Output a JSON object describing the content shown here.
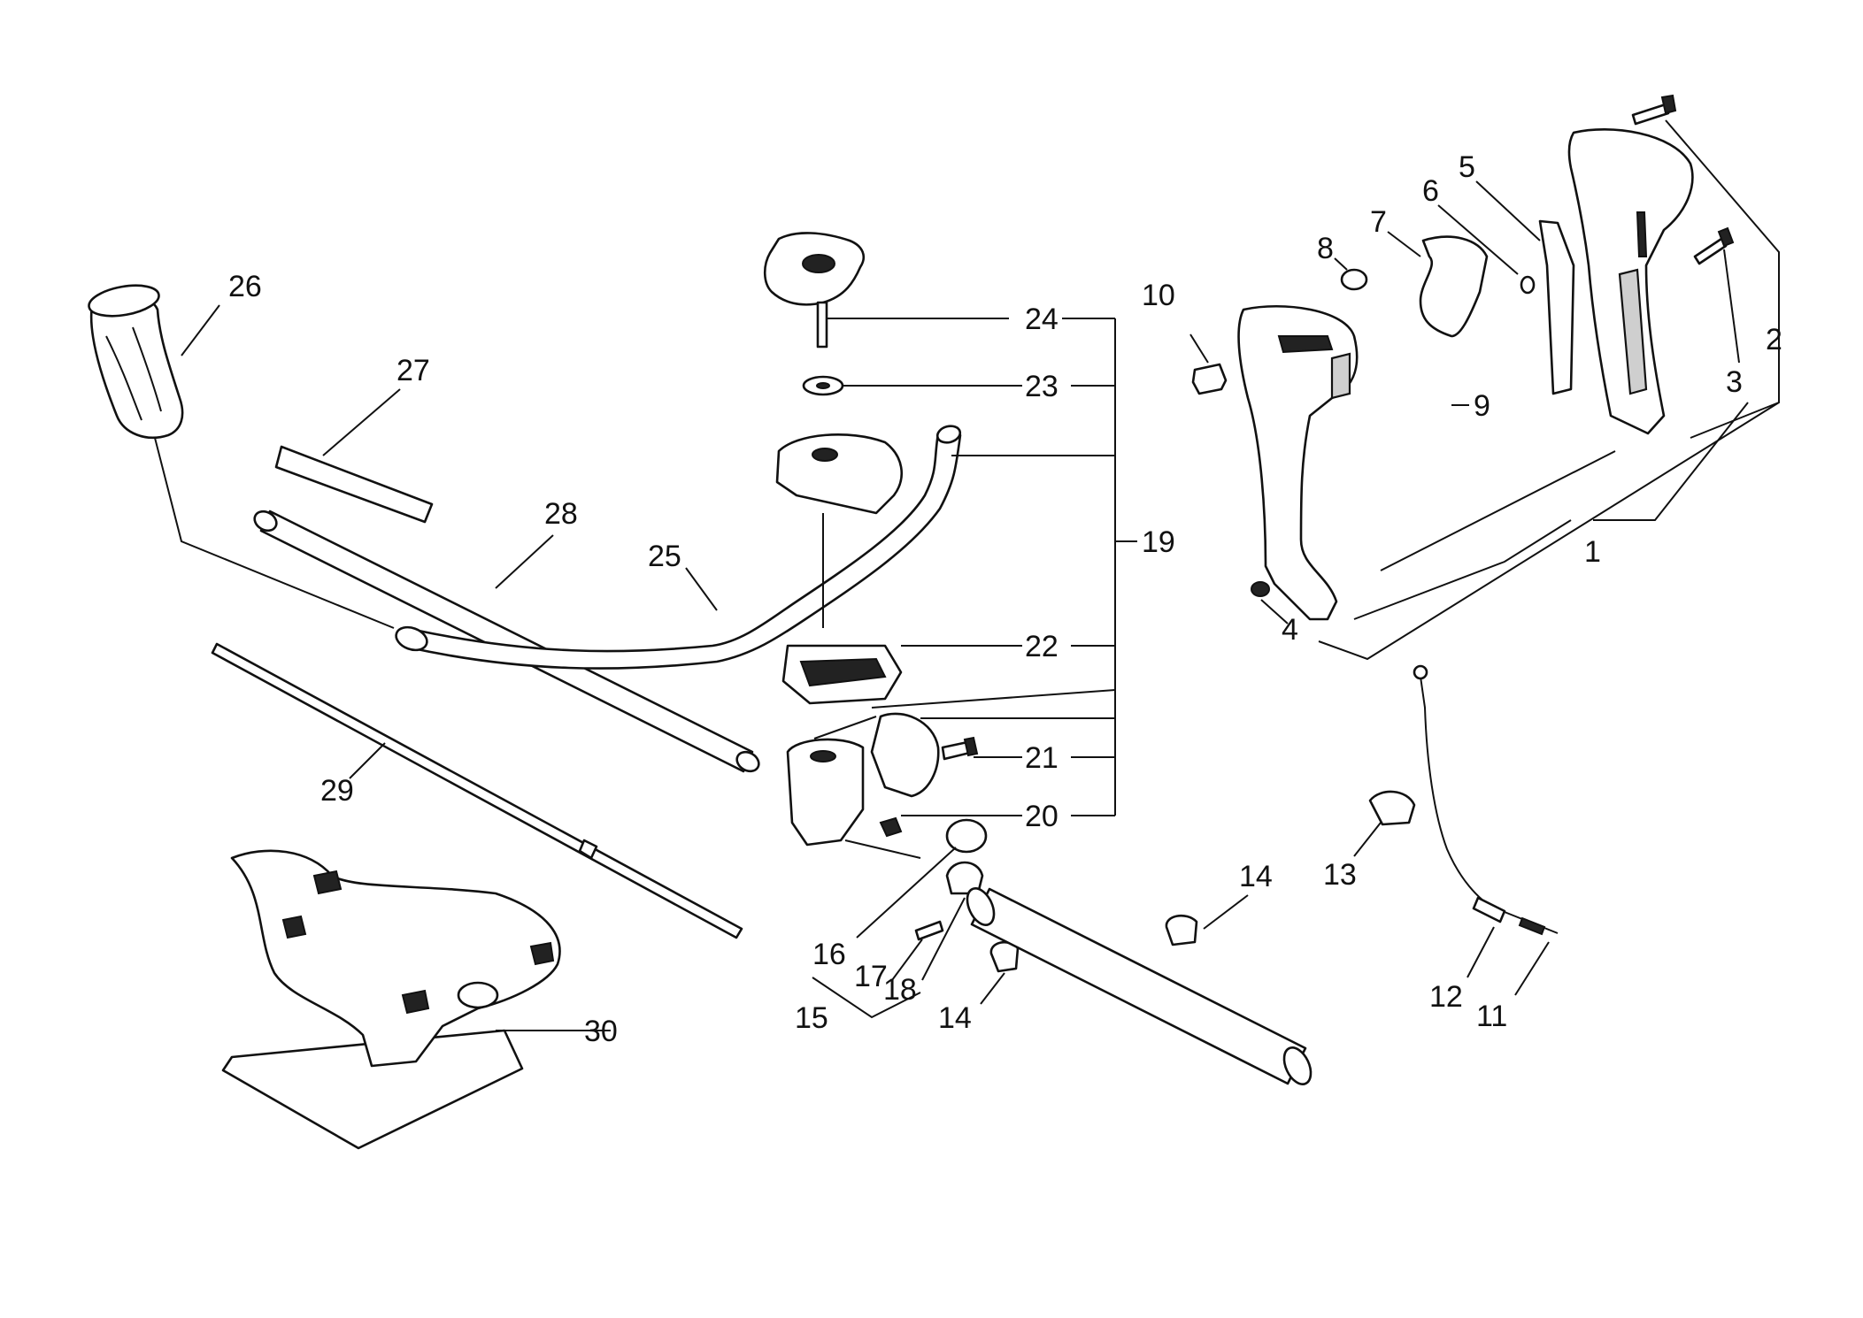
{
  "callouts": [
    {
      "id": "1",
      "label": "1"
    },
    {
      "id": "2",
      "label": "2"
    },
    {
      "id": "3",
      "label": "3"
    },
    {
      "id": "4",
      "label": "4"
    },
    {
      "id": "5",
      "label": "5"
    },
    {
      "id": "6",
      "label": "6"
    },
    {
      "id": "7",
      "label": "7"
    },
    {
      "id": "8",
      "label": "8"
    },
    {
      "id": "9",
      "label": "9"
    },
    {
      "id": "10",
      "label": "10"
    },
    {
      "id": "11",
      "label": "11"
    },
    {
      "id": "12",
      "label": "12"
    },
    {
      "id": "13",
      "label": "13"
    },
    {
      "id": "14a",
      "label": "14"
    },
    {
      "id": "14b",
      "label": "14"
    },
    {
      "id": "15",
      "label": "15"
    },
    {
      "id": "16",
      "label": "16"
    },
    {
      "id": "17",
      "label": "17"
    },
    {
      "id": "18",
      "label": "18"
    },
    {
      "id": "19",
      "label": "19"
    },
    {
      "id": "20",
      "label": "20"
    },
    {
      "id": "21",
      "label": "21"
    },
    {
      "id": "22",
      "label": "22"
    },
    {
      "id": "23",
      "label": "23"
    },
    {
      "id": "24",
      "label": "24"
    },
    {
      "id": "25",
      "label": "25"
    },
    {
      "id": "26",
      "label": "26"
    },
    {
      "id": "27",
      "label": "27"
    },
    {
      "id": "28",
      "label": "28"
    },
    {
      "id": "29",
      "label": "29"
    },
    {
      "id": "30",
      "label": "30"
    }
  ],
  "colors": {
    "ink": "#111111",
    "paper": "#ffffff",
    "shade": "#cfcfcf"
  }
}
